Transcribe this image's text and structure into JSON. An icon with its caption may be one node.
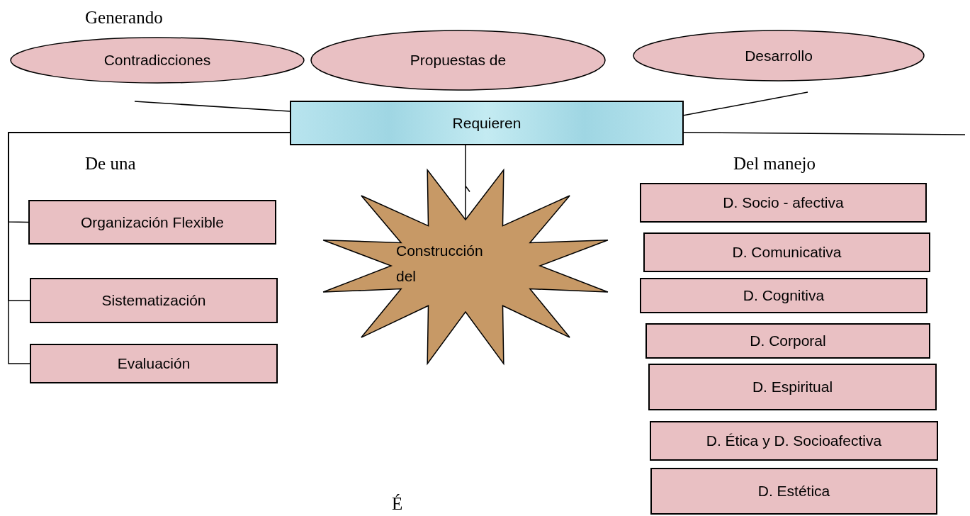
{
  "diagram": {
    "nodes": [
      {
        "text": [
          "Contradicciones"
        ]
      },
      {
        "text": [
          "Propuestas de"
        ]
      },
      {
        "text": [
          "Desarrollo"
        ]
      },
      {
        "text": [
          "Requieren"
        ]
      },
      {
        "text": [
          "Organización Flexible"
        ]
      },
      {
        "text": [
          "Sistematización"
        ]
      },
      {
        "text": [
          "Evaluación"
        ]
      },
      {
        "text": [
          "Construcción del"
        ]
      },
      {
        "text": [
          "D. Socio - afectiva"
        ]
      },
      {
        "text": [
          "D. Comunicativa"
        ]
      },
      {
        "text": [
          "D. Cognitiva"
        ]
      },
      {
        "text": [
          "D. Corporal"
        ]
      },
      {
        "text": [
          "D. Espiritual"
        ]
      },
      {
        "text": [
          "D. Ética y D. Socioafectiva"
        ]
      },
      {
        "text": [
          "D. Estética"
        ]
      }
    ],
    "edges": [
      {
        "from": null,
        "to": 3,
        "arrow": "none"
      },
      {
        "from": 3,
        "to": null,
        "arrow": "none"
      },
      {
        "from": 3,
        "to": 4,
        "arrow": "none"
      },
      {
        "from": 3,
        "to": 5,
        "arrow": "none"
      },
      {
        "from": 3,
        "to": 6,
        "arrow": "none"
      },
      {
        "from": 3,
        "to": null,
        "arrow": "none"
      },
      {
        "from": 3,
        "to": 7,
        "arrow": "none"
      }
    ],
    "labels": [
      "Generando",
      "De una",
      "Del manejo",
      "É"
    ]
  }
}
